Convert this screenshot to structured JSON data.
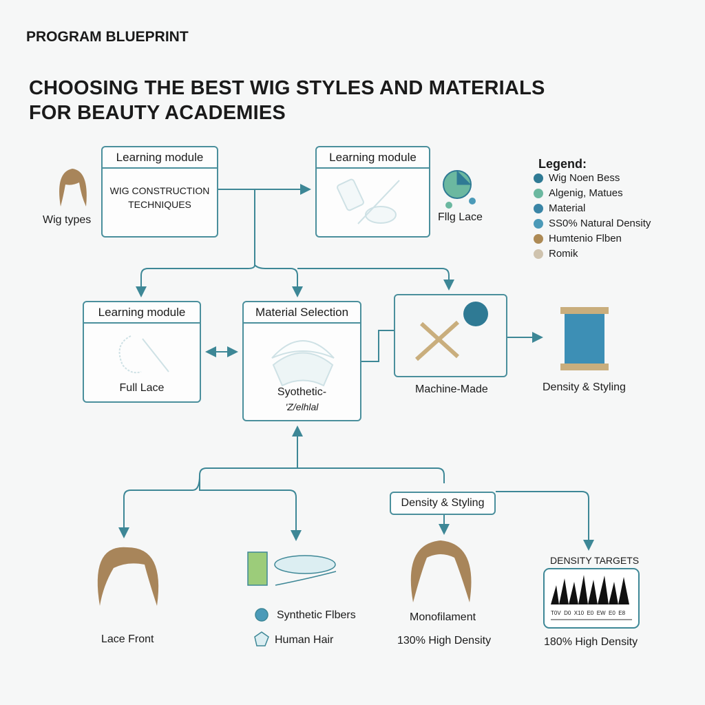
{
  "header": {
    "eyebrow": "PROGRAM BLUEPRINT",
    "title_line1": "CHOOSING THE BEST WIG STYLES AND MATERIALS",
    "title_line2": "FOR BEAUTY ACADEMIES"
  },
  "nodes": {
    "wig_types": "Wig types",
    "module1": {
      "header": "Learning module",
      "body": "WIG CONSTRUCTION TECHNIQUES"
    },
    "module2": {
      "header": "Learning module",
      "side": "Fllg Lace"
    },
    "module3": {
      "header": "Learning module",
      "body": "Full Lace"
    },
    "material": {
      "header": "Material Selection",
      "body1": "Syothetic-",
      "body2": "'Z/elhlal"
    },
    "machine": "Machine-Made",
    "density_side": "Density & Styling",
    "density_box": "Density & Styling",
    "lace_front": "Lace Front",
    "synthetic": "Synthetic Flbers",
    "human": "Human Hair",
    "mono": "Monofilament",
    "mono_density": "130% High Density",
    "targets_title": "DENSITY TARGETS",
    "targets_ticks": "T0V  D0  X10  E0  EW  E0  E8",
    "high_density": "180% High Density"
  },
  "legend": {
    "title": "Legend:",
    "items": [
      {
        "label": "Wig Noen Bess",
        "color": "#2f7a94"
      },
      {
        "label": "Algenig, Matues",
        "color": "#6bb8a0"
      },
      {
        "label": "Material",
        "color": "#3a85a6"
      },
      {
        "label": "SS0% Natural Density",
        "color": "#4b9ab8"
      },
      {
        "label": "Humtenio Flben",
        "color": "#ad8a55"
      },
      {
        "label": "Romik",
        "color": "#cfc3ae"
      }
    ]
  },
  "colors": {
    "accent": "#4a8f9c",
    "hair": "#a8855a"
  }
}
